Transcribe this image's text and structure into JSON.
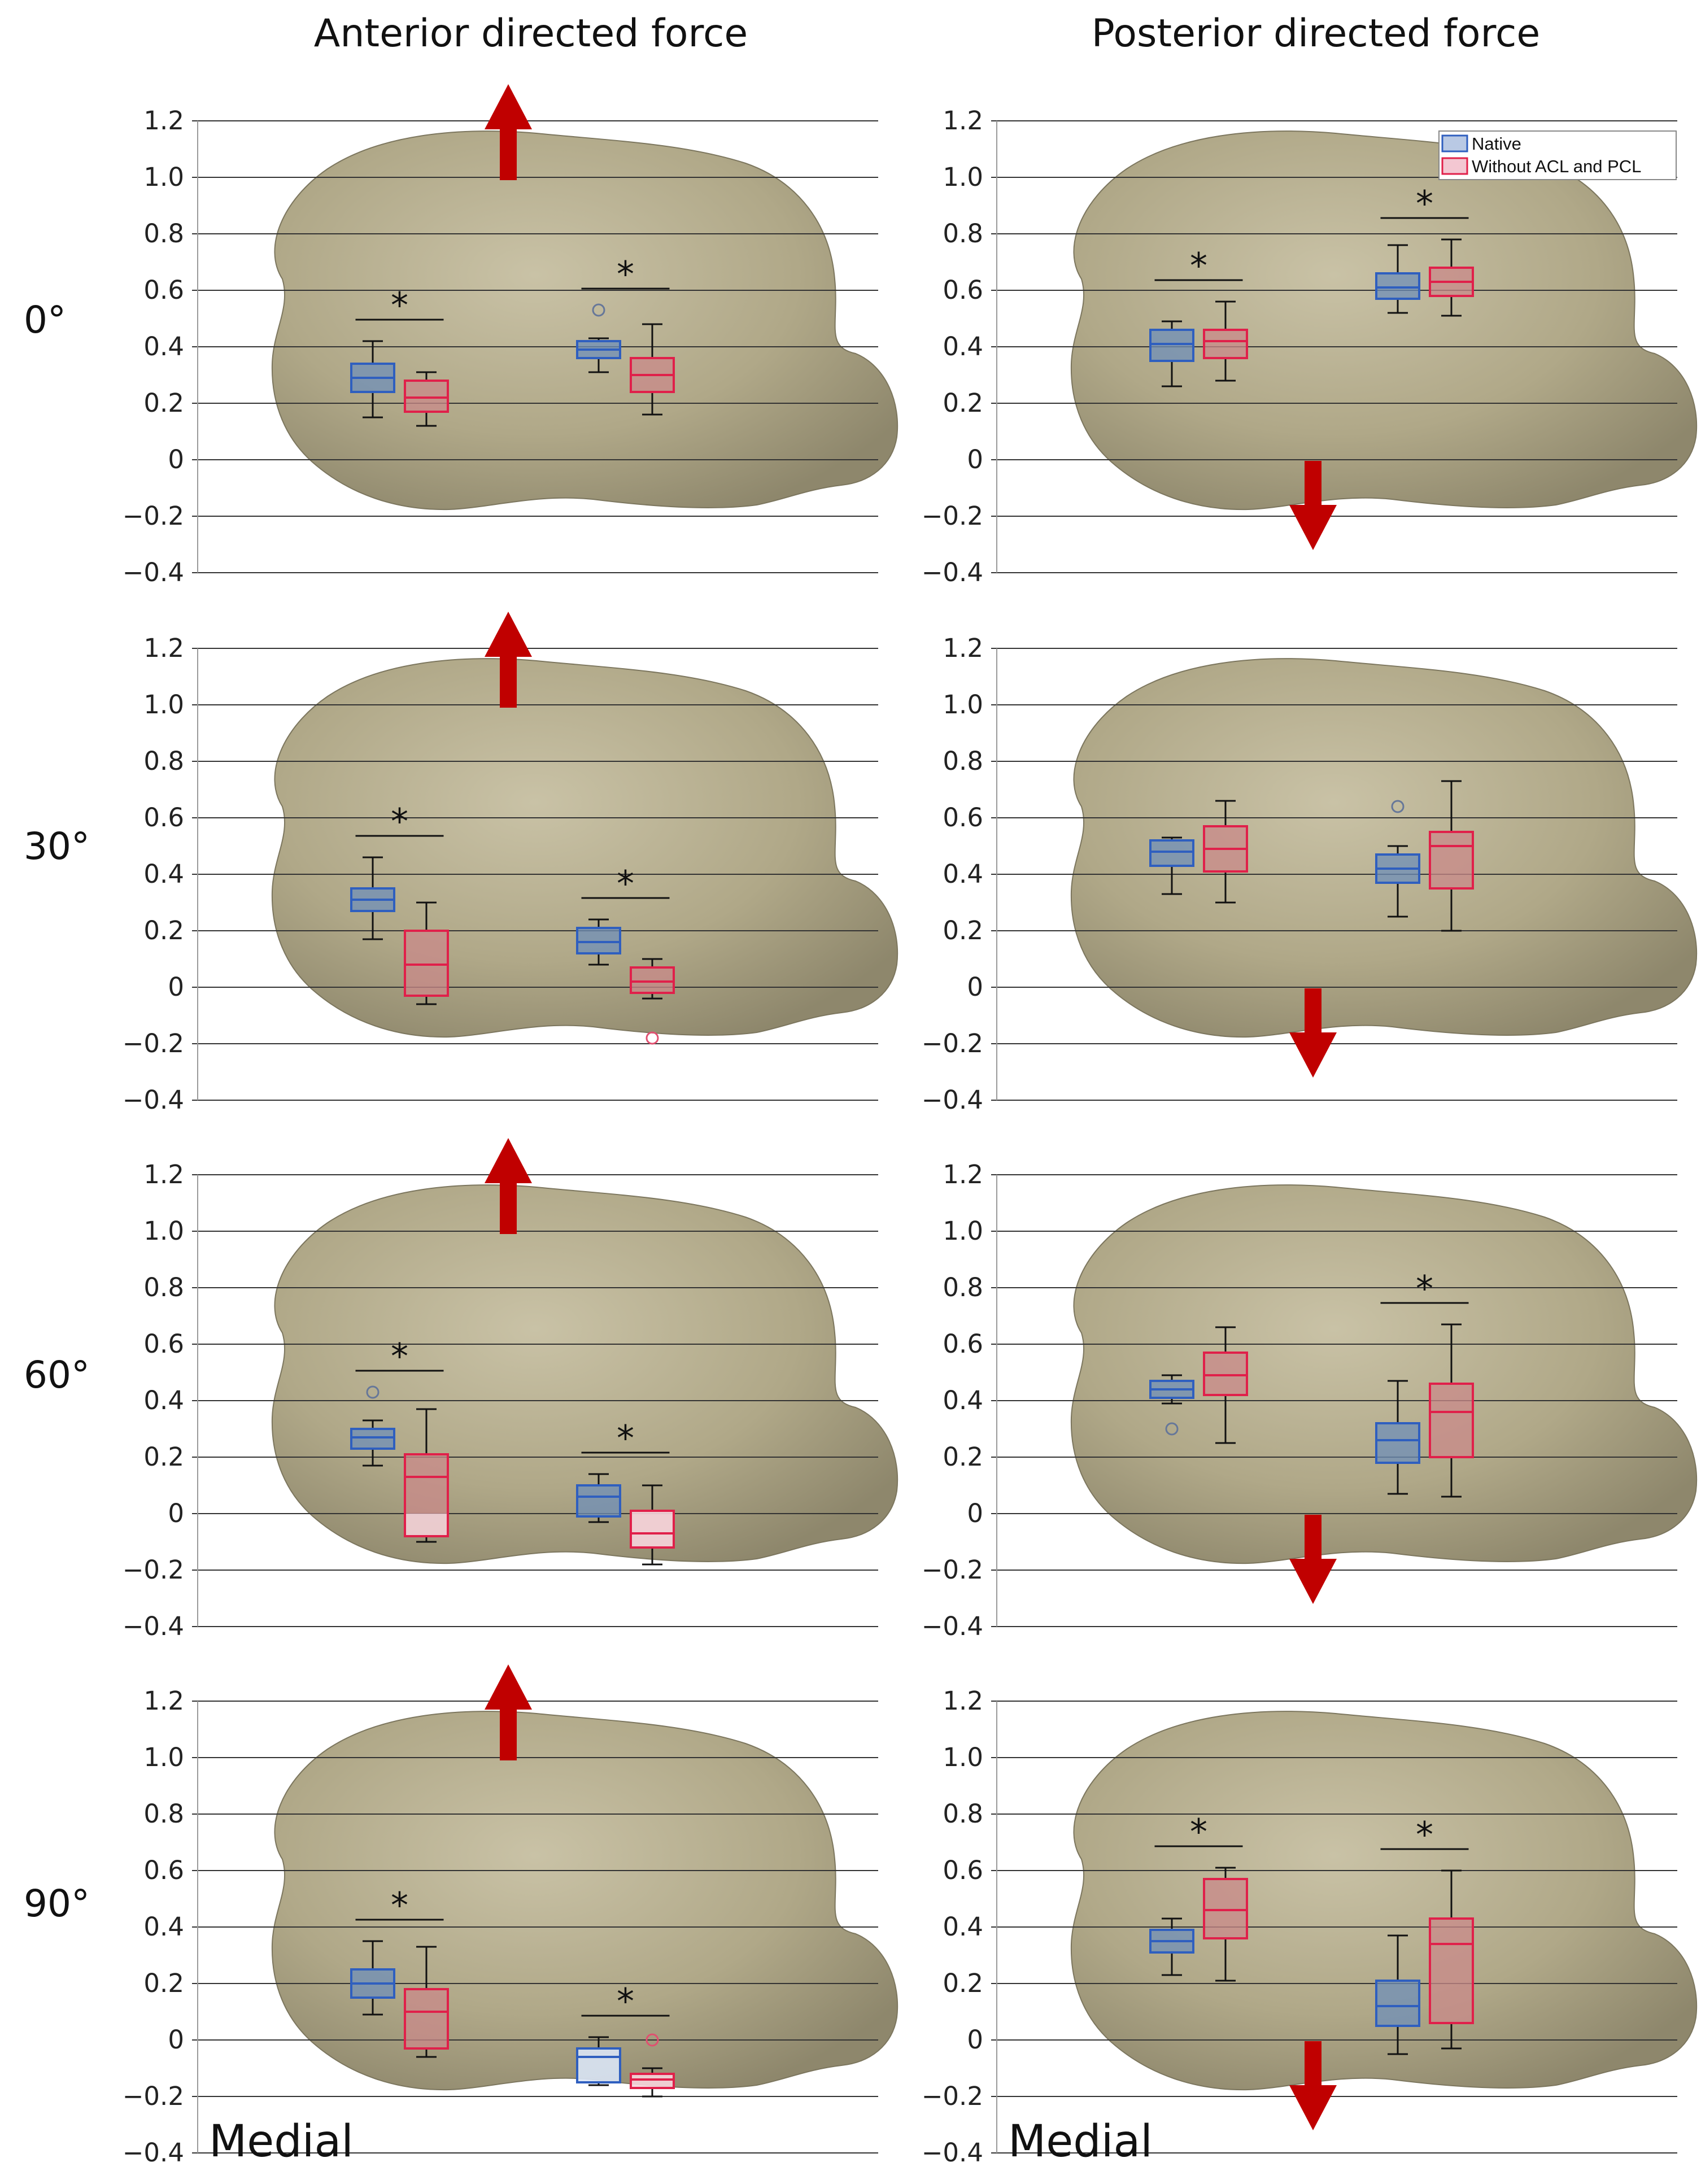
{
  "column_titles": [
    "Anterior directed force",
    "Posterior directed force"
  ],
  "row_labels": [
    "0°",
    "30°",
    "60°",
    "90°"
  ],
  "side_label": "Medial",
  "colors": {
    "native": "#2f5fbf",
    "native_fill": "#6f8fb8",
    "without": "#e0204a",
    "without_fill": "#c98a8a",
    "arrow": "#c00000",
    "bone": "#b3ab8e",
    "grid": "#333333"
  },
  "chart_data": {
    "type": "boxplot",
    "legend": {
      "placement": "top-right",
      "entries": [
        "Native",
        "Without ACL and PCL"
      ]
    },
    "ylim": [
      -0.4,
      1.2
    ],
    "yticks": [
      -0.4,
      -0.2,
      0,
      0.2,
      0.4,
      0.6,
      0.8,
      1.0,
      1.2
    ],
    "ytick_labels": [
      "−0.4",
      "−0.2",
      "0",
      "0.2",
      "0.4",
      "0.6",
      "0.8",
      "1.0",
      "1.2"
    ],
    "grid": true,
    "series": [
      "Native",
      "Without ACL and PCL"
    ],
    "panels": [
      {
        "angle": "0°",
        "force": "Anterior directed force",
        "arrow": "up",
        "groups": [
          {
            "significant": true,
            "boxes": [
              {
                "series": "Native",
                "whislo": 0.15,
                "q1": 0.24,
                "med": 0.29,
                "q3": 0.34,
                "whishi": 0.42,
                "outliers": [],
                "fill": "dark"
              },
              {
                "series": "Without ACL and PCL",
                "whislo": 0.12,
                "q1": 0.17,
                "med": 0.22,
                "q3": 0.28,
                "whishi": 0.31,
                "outliers": [],
                "fill": "dark"
              }
            ]
          },
          {
            "significant": true,
            "boxes": [
              {
                "series": "Native",
                "whislo": 0.31,
                "q1": 0.36,
                "med": 0.39,
                "q3": 0.42,
                "whishi": 0.43,
                "outliers": [
                  0.53
                ],
                "fill": "dark"
              },
              {
                "series": "Without ACL and PCL",
                "whislo": 0.16,
                "q1": 0.24,
                "med": 0.3,
                "q3": 0.36,
                "whishi": 0.48,
                "outliers": [],
                "fill": "dark"
              }
            ]
          }
        ]
      },
      {
        "angle": "0°",
        "force": "Posterior directed force",
        "arrow": "down",
        "groups": [
          {
            "significant": true,
            "boxes": [
              {
                "series": "Native",
                "whislo": 0.26,
                "q1": 0.35,
                "med": 0.41,
                "q3": 0.46,
                "whishi": 0.49,
                "outliers": [],
                "fill": "dark"
              },
              {
                "series": "Without ACL and PCL",
                "whislo": 0.28,
                "q1": 0.36,
                "med": 0.42,
                "q3": 0.46,
                "whishi": 0.56,
                "outliers": [],
                "fill": "dark"
              }
            ]
          },
          {
            "significant": true,
            "boxes": [
              {
                "series": "Native",
                "whislo": 0.52,
                "q1": 0.57,
                "med": 0.61,
                "q3": 0.66,
                "whishi": 0.76,
                "outliers": [],
                "fill": "dark"
              },
              {
                "series": "Without ACL and PCL",
                "whislo": 0.51,
                "q1": 0.58,
                "med": 0.63,
                "q3": 0.68,
                "whishi": 0.78,
                "outliers": [],
                "fill": "dark"
              }
            ]
          }
        ]
      },
      {
        "angle": "30°",
        "force": "Anterior directed force",
        "arrow": "up",
        "groups": [
          {
            "significant": true,
            "boxes": [
              {
                "series": "Native",
                "whislo": 0.17,
                "q1": 0.27,
                "med": 0.31,
                "q3": 0.35,
                "whishi": 0.46,
                "outliers": [],
                "fill": "dark"
              },
              {
                "series": "Without ACL and PCL",
                "whislo": -0.06,
                "q1": -0.03,
                "med": 0.08,
                "q3": 0.2,
                "whishi": 0.3,
                "outliers": [],
                "fill": "dark"
              }
            ]
          },
          {
            "significant": true,
            "boxes": [
              {
                "series": "Native",
                "whislo": 0.08,
                "q1": 0.12,
                "med": 0.16,
                "q3": 0.21,
                "whishi": 0.24,
                "outliers": [],
                "fill": "dark"
              },
              {
                "series": "Without ACL and PCL",
                "whislo": -0.04,
                "q1": -0.02,
                "med": 0.02,
                "q3": 0.07,
                "whishi": 0.1,
                "outliers": [
                  -0.18
                ],
                "fill": "dark"
              }
            ]
          }
        ]
      },
      {
        "angle": "30°",
        "force": "Posterior directed force",
        "arrow": "down",
        "groups": [
          {
            "significant": false,
            "boxes": [
              {
                "series": "Native",
                "whislo": 0.33,
                "q1": 0.43,
                "med": 0.48,
                "q3": 0.52,
                "whishi": 0.53,
                "outliers": [],
                "fill": "dark"
              },
              {
                "series": "Without ACL and PCL",
                "whislo": 0.3,
                "q1": 0.41,
                "med": 0.49,
                "q3": 0.57,
                "whishi": 0.66,
                "outliers": [],
                "fill": "dark"
              }
            ]
          },
          {
            "significant": false,
            "boxes": [
              {
                "series": "Native",
                "whislo": 0.25,
                "q1": 0.37,
                "med": 0.42,
                "q3": 0.47,
                "whishi": 0.5,
                "outliers": [
                  0.64
                ],
                "fill": "dark"
              },
              {
                "series": "Without ACL and PCL",
                "whislo": 0.2,
                "q1": 0.35,
                "med": 0.5,
                "q3": 0.55,
                "whishi": 0.73,
                "outliers": [],
                "fill": "dark"
              }
            ]
          }
        ]
      },
      {
        "angle": "60°",
        "force": "Anterior directed force",
        "arrow": "up",
        "groups": [
          {
            "significant": true,
            "boxes": [
              {
                "series": "Native",
                "whislo": 0.17,
                "q1": 0.23,
                "med": 0.27,
                "q3": 0.3,
                "whishi": 0.33,
                "outliers": [
                  0.43
                ],
                "fill": "dark"
              },
              {
                "series": "Without ACL and PCL",
                "whislo": -0.1,
                "q1": -0.08,
                "med": 0.13,
                "q3": 0.21,
                "whishi": 0.37,
                "outliers": [],
                "fill": "split"
              }
            ]
          },
          {
            "significant": true,
            "boxes": [
              {
                "series": "Native",
                "whislo": -0.03,
                "q1": -0.01,
                "med": 0.06,
                "q3": 0.1,
                "whishi": 0.14,
                "outliers": [],
                "fill": "dark"
              },
              {
                "series": "Without ACL and PCL",
                "whislo": -0.18,
                "q1": -0.12,
                "med": -0.07,
                "q3": 0.01,
                "whishi": 0.1,
                "outliers": [],
                "fill": "light"
              }
            ]
          }
        ]
      },
      {
        "angle": "60°",
        "force": "Posterior directed force",
        "arrow": "down",
        "groups": [
          {
            "significant": false,
            "boxes": [
              {
                "series": "Native",
                "whislo": 0.39,
                "q1": 0.41,
                "med": 0.44,
                "q3": 0.47,
                "whishi": 0.49,
                "outliers": [
                  0.3
                ],
                "fill": "dark"
              },
              {
                "series": "Without ACL and PCL",
                "whislo": 0.25,
                "q1": 0.42,
                "med": 0.49,
                "q3": 0.57,
                "whishi": 0.66,
                "outliers": [],
                "fill": "dark"
              }
            ]
          },
          {
            "significant": true,
            "boxes": [
              {
                "series": "Native",
                "whislo": 0.07,
                "q1": 0.18,
                "med": 0.26,
                "q3": 0.32,
                "whishi": 0.47,
                "outliers": [],
                "fill": "dark"
              },
              {
                "series": "Without ACL and PCL",
                "whislo": 0.06,
                "q1": 0.2,
                "med": 0.36,
                "q3": 0.46,
                "whishi": 0.67,
                "outliers": [],
                "fill": "dark"
              }
            ]
          }
        ]
      },
      {
        "angle": "90°",
        "force": "Anterior directed force",
        "arrow": "up",
        "groups": [
          {
            "significant": true,
            "boxes": [
              {
                "series": "Native",
                "whislo": 0.09,
                "q1": 0.15,
                "med": 0.2,
                "q3": 0.25,
                "whishi": 0.35,
                "outliers": [],
                "fill": "dark"
              },
              {
                "series": "Without ACL and PCL",
                "whislo": -0.06,
                "q1": -0.03,
                "med": 0.1,
                "q3": 0.18,
                "whishi": 0.33,
                "outliers": [],
                "fill": "dark"
              }
            ]
          },
          {
            "significant": true,
            "boxes": [
              {
                "series": "Native",
                "whislo": -0.16,
                "q1": -0.15,
                "med": -0.06,
                "q3": -0.03,
                "whishi": 0.01,
                "outliers": [],
                "fill": "light"
              },
              {
                "series": "Without ACL and PCL",
                "whislo": -0.2,
                "q1": -0.17,
                "med": -0.14,
                "q3": -0.12,
                "whishi": -0.1,
                "outliers": [
                  0.0
                ],
                "fill": "light"
              }
            ]
          }
        ]
      },
      {
        "angle": "90°",
        "force": "Posterior directed force",
        "arrow": "down",
        "groups": [
          {
            "significant": true,
            "boxes": [
              {
                "series": "Native",
                "whislo": 0.23,
                "q1": 0.31,
                "med": 0.35,
                "q3": 0.39,
                "whishi": 0.43,
                "outliers": [],
                "fill": "dark"
              },
              {
                "series": "Without ACL and PCL",
                "whislo": 0.21,
                "q1": 0.36,
                "med": 0.46,
                "q3": 0.57,
                "whishi": 0.61,
                "outliers": [],
                "fill": "dark"
              }
            ]
          },
          {
            "significant": true,
            "boxes": [
              {
                "series": "Native",
                "whislo": -0.05,
                "q1": 0.05,
                "med": 0.12,
                "q3": 0.21,
                "whishi": 0.37,
                "outliers": [],
                "fill": "dark"
              },
              {
                "series": "Without ACL and PCL",
                "whislo": -0.03,
                "q1": 0.06,
                "med": 0.34,
                "q3": 0.43,
                "whishi": 0.6,
                "outliers": [],
                "fill": "dark"
              }
            ]
          }
        ]
      }
    ]
  }
}
